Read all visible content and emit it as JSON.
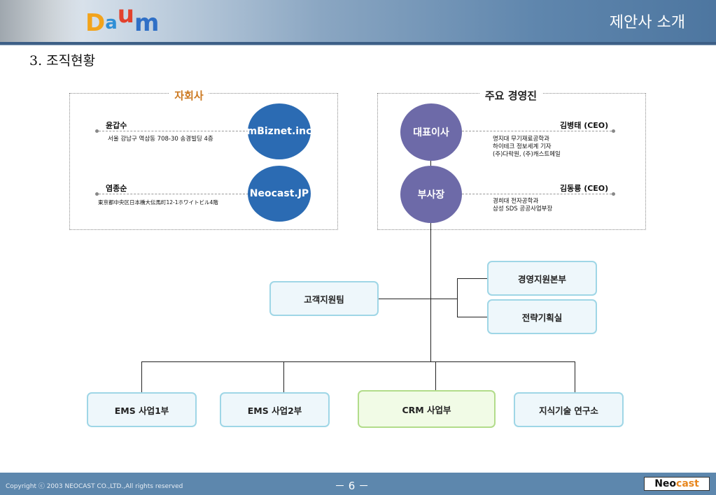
{
  "header": {
    "logo_letters": [
      "D",
      "a",
      "u",
      "m"
    ],
    "title": "제안사 소개",
    "colors": {
      "logo_d": "#f2a31b",
      "logo_a": "#2f8fd6",
      "logo_u": "#e2412d",
      "logo_m": "#2f6fc6"
    }
  },
  "section_title": "3. 조직현황",
  "subsidiaries": {
    "title": "자회사",
    "items": [
      {
        "company": "mBiznet.inc",
        "person": "윤갑수",
        "detail": "서울 강남구 역삼동 708-30 송경빌딩 4층"
      },
      {
        "company": "Neocast.JP",
        "person": "염종순",
        "detail": "東京都中央区日本橋大伝馬町12-1ホワイトビル4階"
      }
    ]
  },
  "executives": {
    "title": "주요 경영진",
    "items": [
      {
        "role": "대표이사",
        "name": "김병태 (CEO)",
        "details": [
          "명지대 무기재료공학과",
          "하이테크 정보세계 기자",
          "(주)다락원, (주)캐스트메일"
        ]
      },
      {
        "role": "부사장",
        "name": "김동룡 (CEO)",
        "details": [
          "경희대 전자공학과",
          "삼성 SDS 공공사업부장"
        ]
      }
    ]
  },
  "org": {
    "customer_support": "고객지원팀",
    "management_support": "경영지원본부",
    "strategy_planning": "전략기획실",
    "divisions": [
      "EMS 사업1부",
      "EMS 사업2부",
      "CRM 사업부",
      "지식기술 연구소"
    ]
  },
  "footer": {
    "copyright": "Copyright ⓒ 2003 NEOCAST CO.,LTD.,All rights reserved",
    "page": "－ 6 －",
    "brand_a": "Neo",
    "brand_b": "cast",
    "brand_colors": {
      "a": "#111111",
      "b": "#e8871e"
    }
  }
}
